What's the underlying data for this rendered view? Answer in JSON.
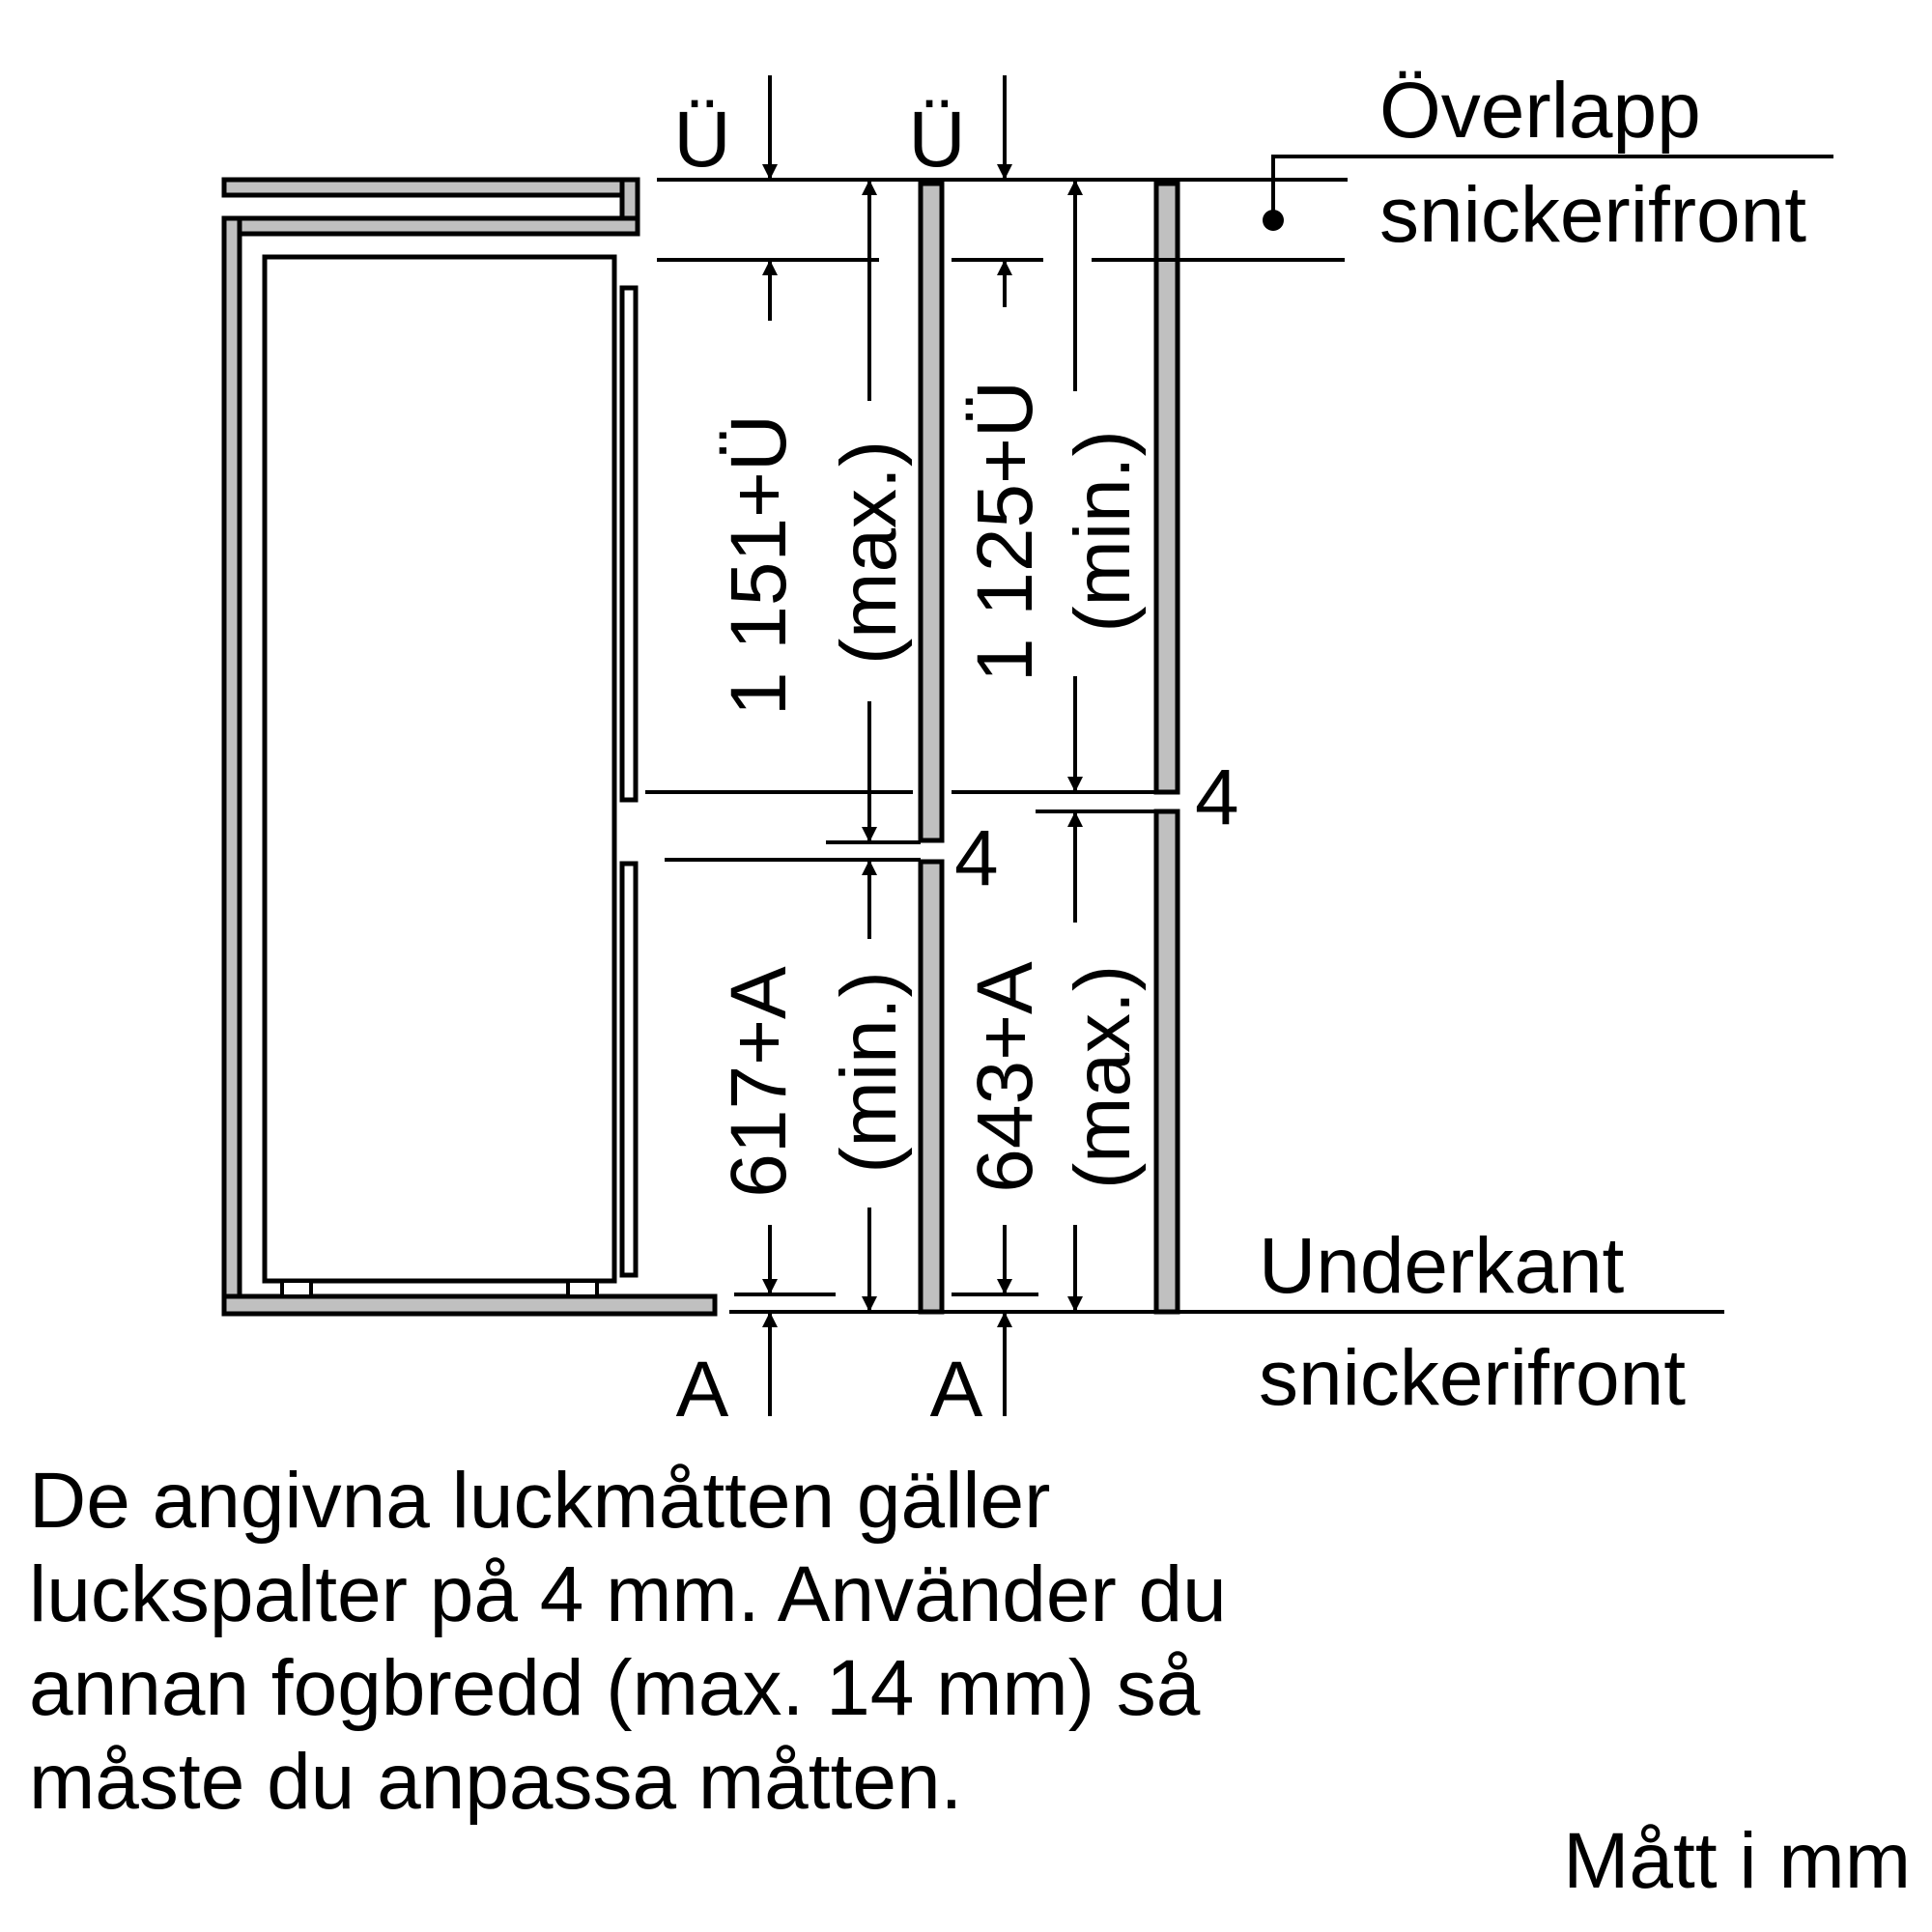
{
  "labels": {
    "overlap_symbol_1": "Ü",
    "overlap_symbol_2": "Ü",
    "overlap_title_line1": "Överlapp",
    "overlap_title_line2": "snickerifront",
    "bottom_title_line1": "Underkant",
    "bottom_title_line2": "snickerifront",
    "bottom_symbol_1": "A",
    "bottom_symbol_2": "A",
    "gap_label_1": "4",
    "gap_label_2": "4"
  },
  "dimensions": {
    "upper_max_value": "1 151+Ü",
    "upper_max_qualifier": "(max.)",
    "upper_min_value": "1 125+Ü",
    "upper_min_qualifier": "(min.)",
    "lower_min_value": "617+A",
    "lower_min_qualifier": "(min.)",
    "lower_max_value": "643+A",
    "lower_max_qualifier": "(max.)"
  },
  "note": {
    "line1": "De angivna luckmåtten gäller",
    "line2": "luckspalter på 4 mm. Använder du",
    "line3": "annan fogbredd (max. 14 mm) så",
    "line4": "måste du anpassa måtten."
  },
  "units": "Mått i mm",
  "colors": {
    "line": "#000000",
    "panel_fill": "#c0c0c0",
    "background": "#ffffff"
  }
}
